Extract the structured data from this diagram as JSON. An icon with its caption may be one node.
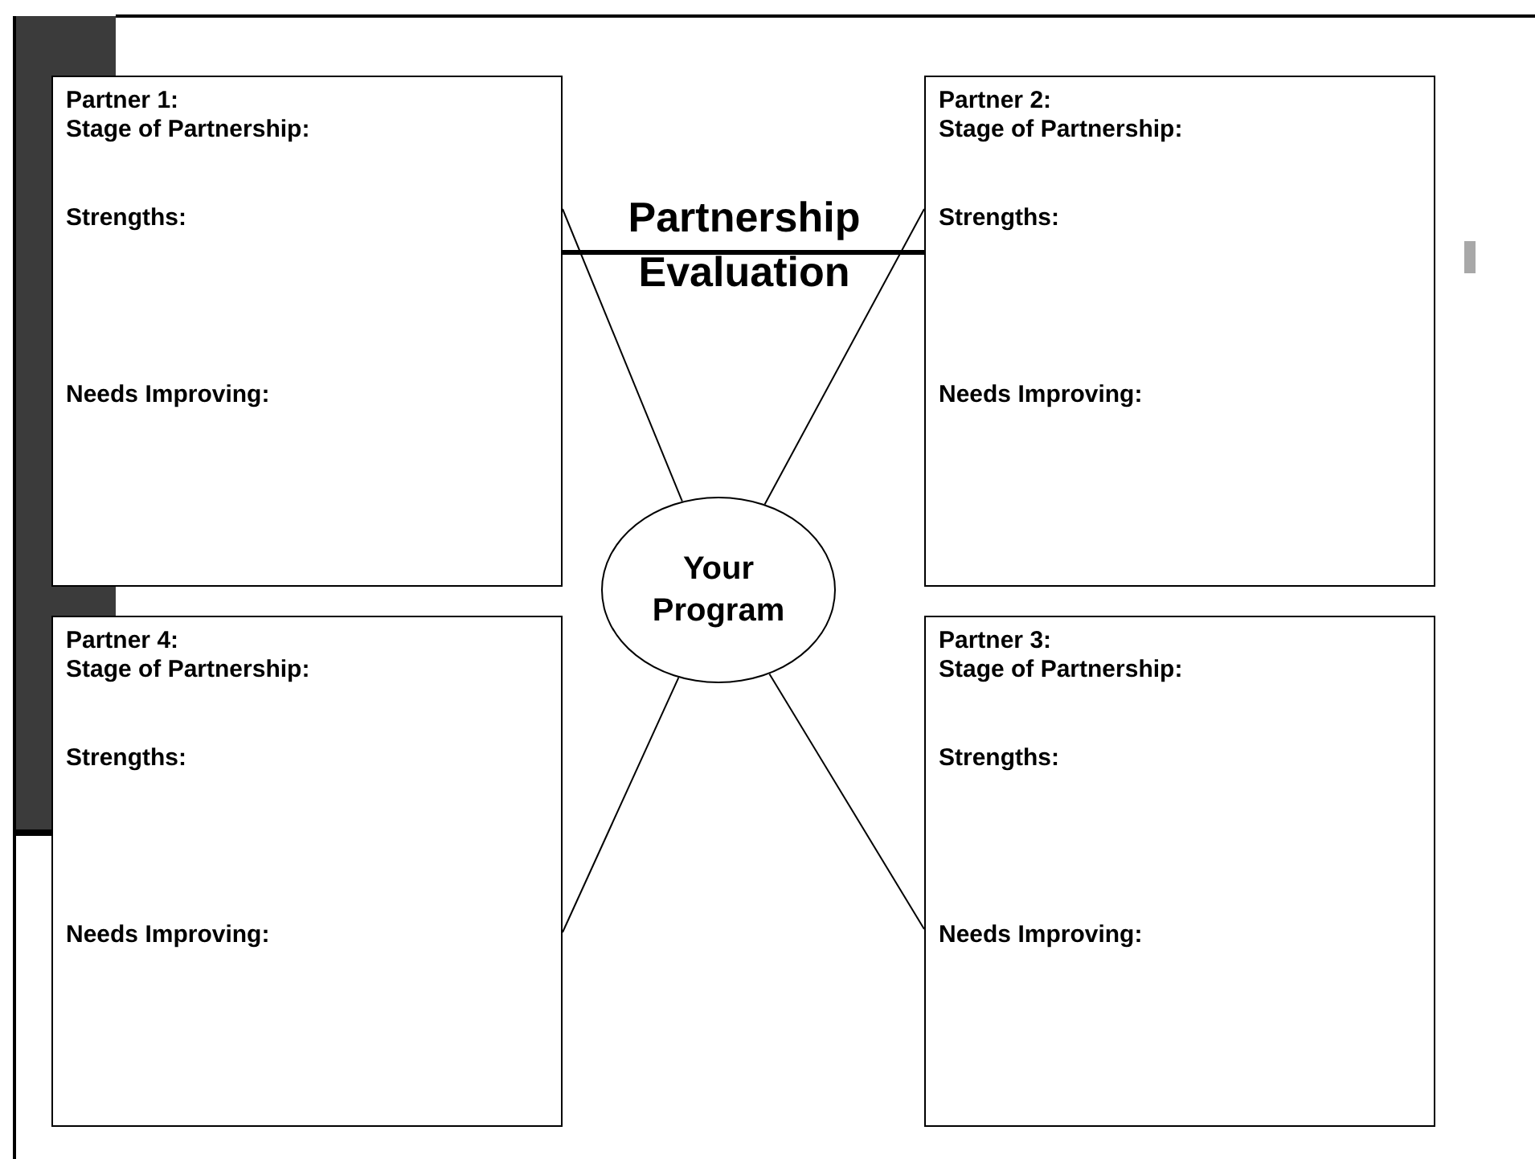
{
  "diagram": {
    "title": "Partnership Evaluation",
    "nodes": [
      {
        "text": [
          "Partner 1:",
          "Stage of Partnership:",
          "Strengths:",
          "Needs Improving:"
        ]
      },
      {
        "text": [
          "Partner 2:",
          "Stage of Partnership:",
          "Strengths:",
          "Needs Improving:"
        ]
      },
      {
        "text": [
          "Your Program"
        ]
      },
      {
        "text": [
          "Partner 4:",
          "Stage of Partnership:",
          "Strengths:",
          "Needs Improving:"
        ]
      },
      {
        "text": [
          "Partner 3:",
          "Stage of Partnership:",
          "Strengths:",
          "Needs Improving:"
        ]
      }
    ],
    "edges": [
      {
        "from": 0,
        "to": 1,
        "arrow": "none",
        "style": "thick"
      },
      {
        "from": 2,
        "to": 0,
        "arrow": "none"
      },
      {
        "from": 2,
        "to": 1,
        "arrow": "none"
      },
      {
        "from": 2,
        "to": 3,
        "arrow": "none"
      },
      {
        "from": 2,
        "to": 4,
        "arrow": "none"
      }
    ]
  }
}
